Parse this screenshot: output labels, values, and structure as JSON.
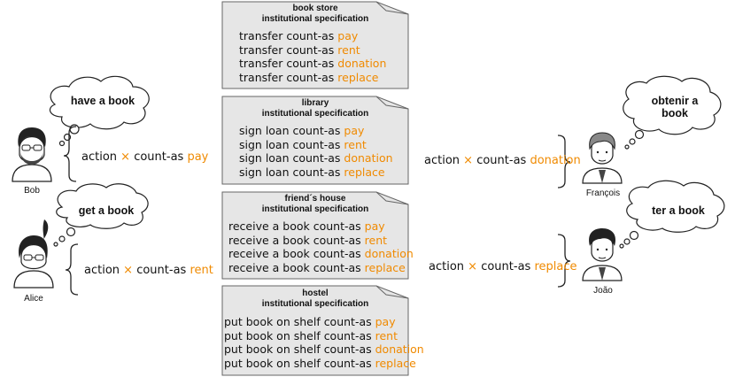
{
  "colors": {
    "note_fill": "#e6e6e6",
    "accent": "#f08a00",
    "ink": "#111111"
  },
  "notes": [
    {
      "title_l1": "book store",
      "title_l2": "institutional specification",
      "lines": [
        {
          "pre": "transfer count-as ",
          "key": "pay"
        },
        {
          "pre": "transfer count-as ",
          "key": "rent"
        },
        {
          "pre": "transfer count-as ",
          "key": "donation"
        },
        {
          "pre": "transfer count-as ",
          "key": "replace"
        }
      ]
    },
    {
      "title_l1": "library",
      "title_l2": "institutional specification",
      "lines": [
        {
          "pre": "sign loan count-as ",
          "key": "pay"
        },
        {
          "pre": "sign loan count-as ",
          "key": "rent"
        },
        {
          "pre": "sign loan count-as ",
          "key": "donation"
        },
        {
          "pre": "sign loan count-as ",
          "key": "replace"
        }
      ]
    },
    {
      "title_l1": "friend´s house",
      "title_l2": "institutional specification",
      "lines": [
        {
          "pre": "receive a book count-as ",
          "key": "pay"
        },
        {
          "pre": "receive a book count-as ",
          "key": "rent"
        },
        {
          "pre": "receive a book count-as ",
          "key": "donation"
        },
        {
          "pre": "receive a book count-as ",
          "key": "replace"
        }
      ]
    },
    {
      "title_l1": "hostel",
      "title_l2": "institutional specification",
      "lines": [
        {
          "pre": "put book on shelf count-as ",
          "key": "pay"
        },
        {
          "pre": "put book on shelf count-as ",
          "key": "rent"
        },
        {
          "pre": "put book on shelf count-as ",
          "key": "donation"
        },
        {
          "pre": "put book on shelf count-as ",
          "key": "replace"
        }
      ]
    }
  ],
  "agents": [
    {
      "name": "Bob",
      "thought": "have a book",
      "action_pre": "action ",
      "cross": "×",
      "action_mid": " count-as ",
      "action_key": "pay"
    },
    {
      "name": "Alice",
      "thought": "get a book",
      "action_pre": "action ",
      "cross": "×",
      "action_mid": " count-as ",
      "action_key": "rent"
    },
    {
      "name": "François",
      "thought_l1": "obtenir a",
      "thought_l2": "book",
      "action_pre": "action ",
      "cross": "×",
      "action_mid": " count-as ",
      "action_key": "donation"
    },
    {
      "name": "João",
      "thought": "ter a book",
      "action_pre": "action ",
      "cross": "×",
      "action_mid": " count-as ",
      "action_key": "replace"
    }
  ]
}
